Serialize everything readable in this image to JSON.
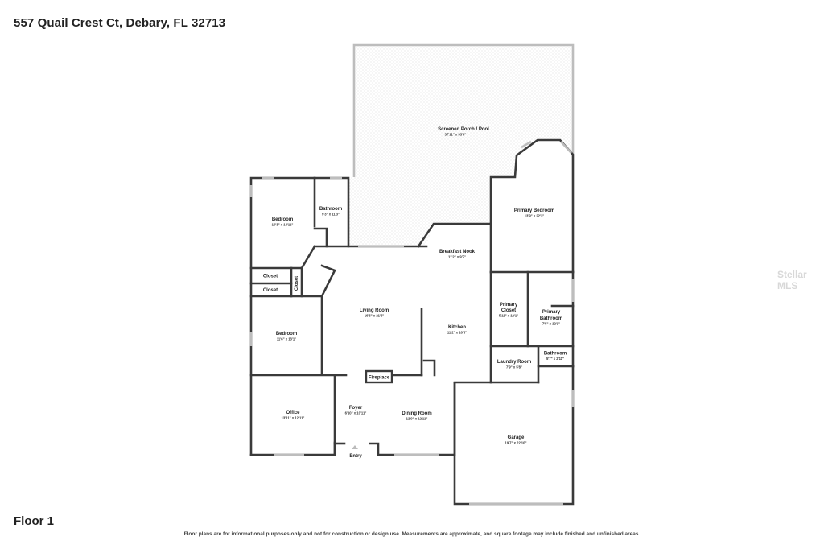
{
  "header": {
    "address": "557 Quail Crest Ct, Debary, FL 32713"
  },
  "footer": {
    "floor_label": "Floor 1",
    "disclaimer": "Floor plans are for informational purposes only and not for construction or design use. Measurements are approximate, and square footage may include finished and unfinished areas."
  },
  "watermark": "Stellar MLS",
  "rooms": {
    "porch": {
      "name": "Screened Porch / Pool",
      "dims": "37'11\" x 33'8\""
    },
    "bedroom1": {
      "name": "Bedroom",
      "dims": "10'3\" x 14'11\""
    },
    "bathroom1": {
      "name": "Bathroom",
      "dims": "5'3\" x 11'3\""
    },
    "primary_bed": {
      "name": "Primary Bedroom",
      "dims": "13'9\" x 22'3\""
    },
    "nook": {
      "name": "Breakfast Nook",
      "dims": "11'2\" x 9'7\""
    },
    "closet_a": {
      "name": "Closet"
    },
    "closet_b": {
      "name": "Closet"
    },
    "closet_c": {
      "name": "Closet"
    },
    "living": {
      "name": "Living Room",
      "dims": "16'6\" x 21'6\""
    },
    "primary_closet": {
      "name_l1": "Primary",
      "name_l2": "Closet",
      "dims": "5'11\" x 12'1\""
    },
    "primary_bath": {
      "name_l1": "Primary",
      "name_l2": "Bathroom",
      "dims": "7'5\" x 12'1\""
    },
    "bedroom2": {
      "name": "Bedroom",
      "dims": "11'6\" x 13'1\""
    },
    "kitchen": {
      "name": "Kitchen",
      "dims": "11'2\" x 16'6\""
    },
    "bathroom2": {
      "name": "Bathroom",
      "dims": "5'7\" x 2'11\""
    },
    "laundry": {
      "name": "Laundry Room",
      "dims": "7'9\" x 5'8\""
    },
    "fireplace": {
      "name": "Fireplace"
    },
    "office": {
      "name": "Office",
      "dims": "13'11\" x 12'11\""
    },
    "foyer": {
      "name": "Foyer",
      "dims": "6'10\" x 10'11\""
    },
    "dining": {
      "name": "Dining Room",
      "dims": "12'9\" x 12'11\""
    },
    "garage": {
      "name": "Garage",
      "dims": "19'7\" x 22'10\""
    },
    "entry": {
      "name": "Entry"
    }
  }
}
